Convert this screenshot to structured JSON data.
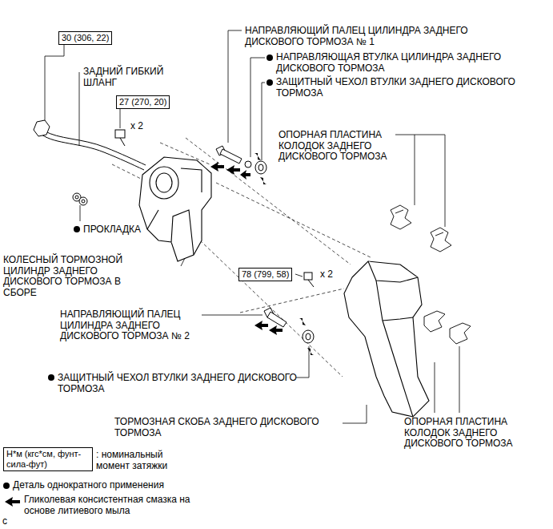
{
  "diagram": {
    "nodes": [
      {
        "text": [
          "30 (306, 22)"
        ]
      },
      {
        "text": [
          "27 (270, 20)"
        ]
      },
      {
        "text": [
          "78 (799, 58)"
        ]
      },
      {
        "text": [
          "Н*м (кгс*см, фунт-сила-фут)"
        ]
      }
    ],
    "labels": [
      "НАПРАВЛЯЮЩИЙ ПАЛЕЦ ЦИЛИНДРА ЗАДНЕГО ДИСКОВОГО ТОРМОЗА № 1",
      "НАПРАВЛЯЮЩАЯ ВТУЛКА ЦИЛИНДРА ЗАДНЕГО ДИСКОВОГО ТОРМОЗА",
      "ЗАЩИТНЫЙ ЧЕХОЛ ВТУЛКИ ЗАДНЕГО ДИСКОВОГО ТОРМОЗА",
      "ОПОРНАЯ ПЛАСТИНА КОЛОДОК ЗАДНЕГО ДИСКОВОГО ТОРМОЗА",
      "ЗАДНИЙ ГИБКИЙ ШЛАНГ",
      "ПРОКЛАДКА",
      "x 2",
      "КОЛЕСНЫЙ ТОРМОЗНОЙ ЦИЛИНДР ЗАДНЕГО ДИСКОВОГО ТОРМОЗА В СБОРЕ",
      "x 2",
      "НАПРАВЛЯЮЩИЙ ПАЛЕЦ ЦИЛИНДРА ЗАДНЕГО ДИСКОВОГО ТОРМОЗА № 2",
      "ЗАЩИТНЫЙ ЧЕХОЛ ВТУЛКИ ЗАДНЕГО ДИСКОВОГО ТОРМОЗА",
      "ТОРМОЗНАЯ СКОБА ЗАДНЕГО ДИСКОВОГО ТОРМОЗА",
      "ОПОРНАЯ ПЛАСТИНА КОЛОДОК ЗАДНЕГО ДИСКОВОГО ТОРМОЗА",
      "c"
    ],
    "legend": [
      {
        "text": ": номинальный момент затяжки"
      },
      {
        "text": "Деталь однократного применения"
      },
      {
        "text": "Гликолевая консистентная смазка на основе литиевого мыла"
      }
    ]
  }
}
